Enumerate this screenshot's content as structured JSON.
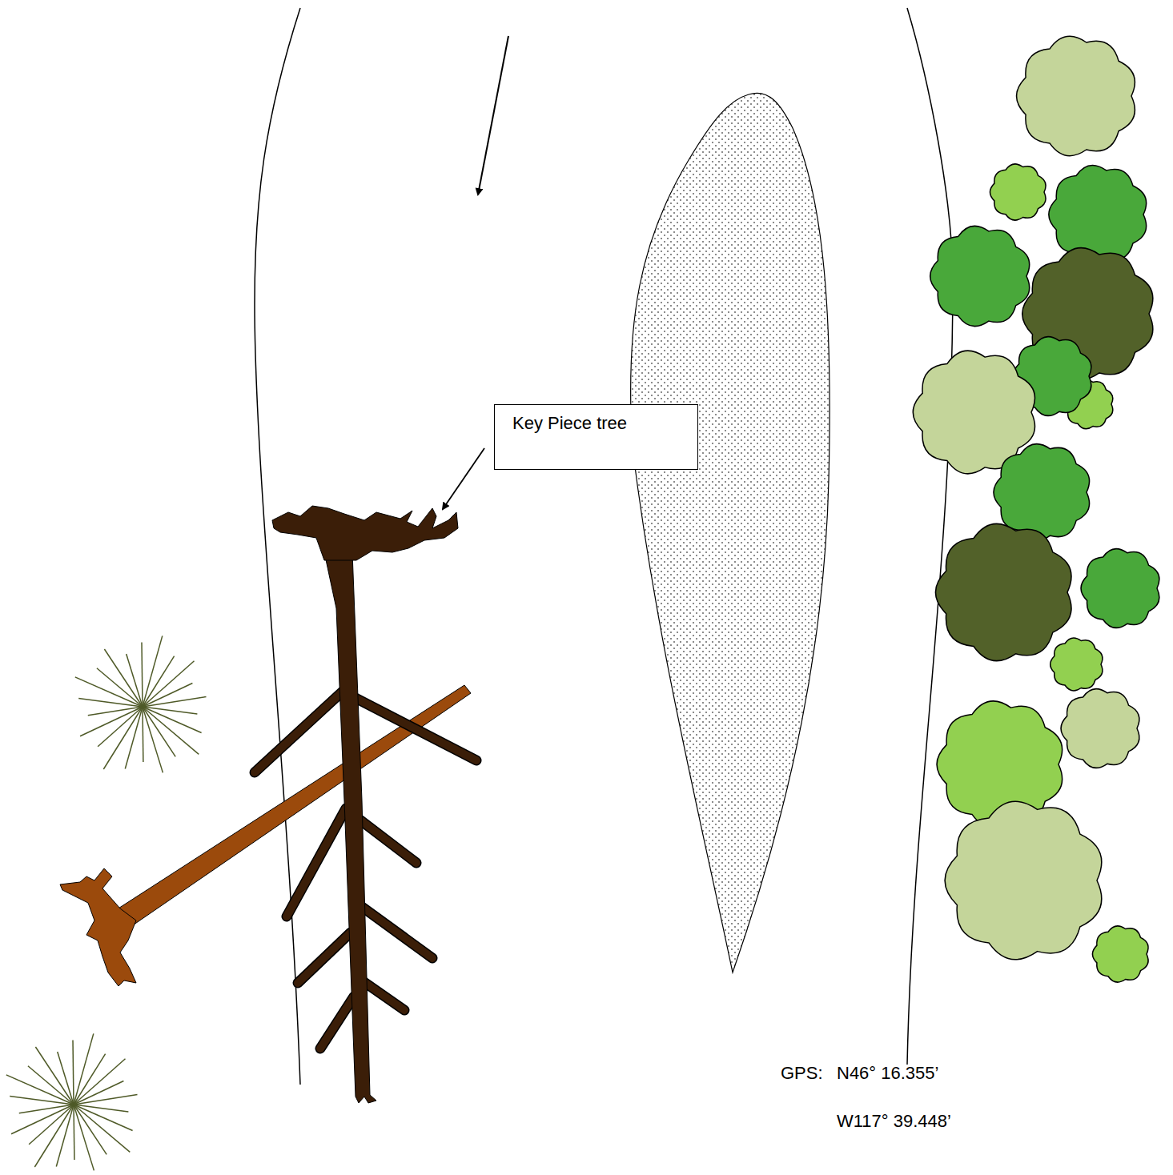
{
  "diagram": {
    "nodes": [
      {
        "text": [
          "Key Piece tree"
        ]
      }
    ],
    "labels": [
      "GPS:",
      "N46° 16.355’",
      "W117° 39.448’"
    ]
  }
}
